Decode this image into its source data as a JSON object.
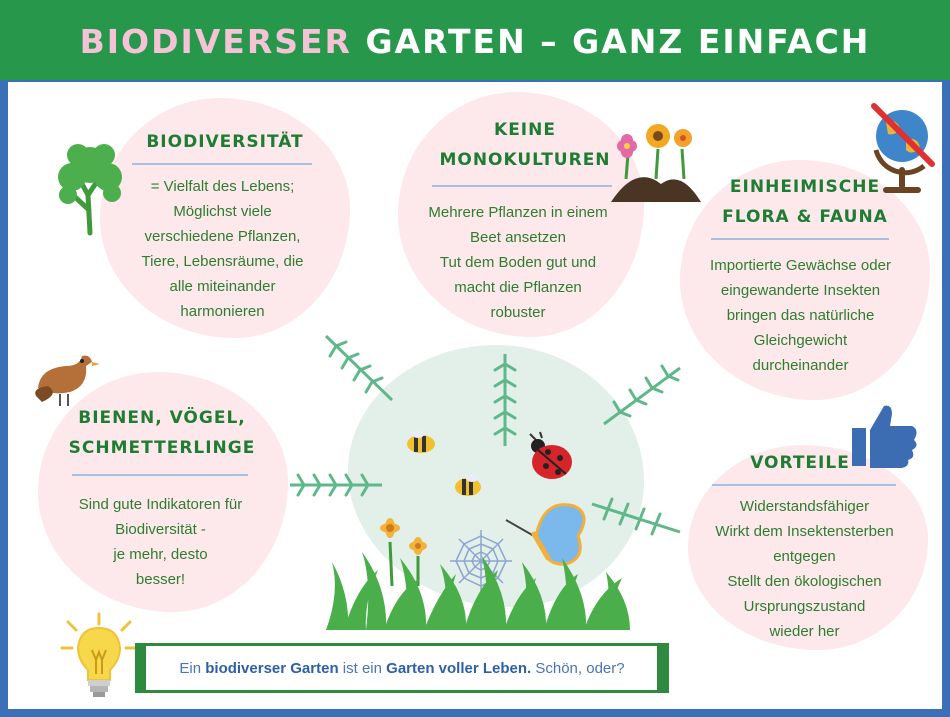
{
  "title": {
    "part1": "BIODIVERSER",
    "part2": "GARTEN – GANZ EINFACH"
  },
  "sections": {
    "biodiversitaet": {
      "heading": "BIODIVERSITÄT",
      "lines": [
        "= Vielfalt des Lebens;",
        "Möglichst viele",
        "verschiedene Pflanzen,",
        "Tiere, Lebensräume, die",
        "alle miteinander",
        "harmonieren"
      ]
    },
    "monokulturen": {
      "heading_line1": "KEINE",
      "heading_line2": "MONOKULTUREN",
      "lines": [
        "Mehrere Pflanzen in einem",
        "Beet ansetzen",
        "Tut dem Boden gut und",
        "macht die Pflanzen",
        "robuster"
      ]
    },
    "einheimische": {
      "heading_line1": "EINHEIMISCHE",
      "heading_line2": "FLORA & FAUNA",
      "lines": [
        "Importierte Gewächse oder",
        "eingewanderte Insekten",
        "bringen das natürliche",
        "Gleichgewicht",
        "durcheinander"
      ]
    },
    "bienen": {
      "heading_line1": "BIENEN, VÖGEL,",
      "heading_line2": "SCHMETTERLINGE",
      "lines": [
        "Sind gute Indikatoren für",
        "Biodiversität -",
        "je mehr, desto",
        "besser!"
      ]
    },
    "vorteile": {
      "heading": "VORTEILE",
      "lines": [
        "Widerstandsfähiger",
        "Wirkt dem Insektensterben",
        "entgegen",
        "Stellt den ökologischen",
        "Ursprungszustand",
        "wieder her"
      ]
    }
  },
  "footer": {
    "t1": "Ein ",
    "b1": "biodiverser Garten",
    "t2": " ist ein ",
    "b2": "Garten voller Leben.",
    "t3": " Schön, oder?"
  },
  "colors": {
    "header_green": "#27984b",
    "frame_blue": "#3b6fb8",
    "text_green": "#2f7d2f",
    "blob_pink": "#fde8ec"
  },
  "icons": [
    "tree-icon",
    "flowers-icon",
    "globe-crossed-icon",
    "bird-icon",
    "thumbs-up-icon",
    "lightbulb-icon",
    "bee-icon",
    "ladybug-icon",
    "butterfly-icon",
    "spiderweb-icon",
    "grass-icon",
    "fern-icon"
  ]
}
